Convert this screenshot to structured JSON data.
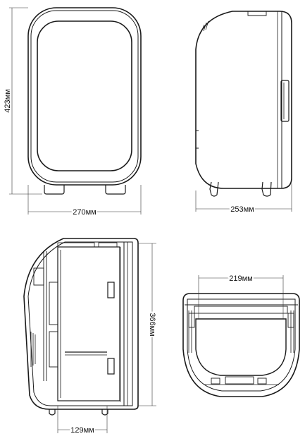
{
  "dimensions": {
    "height_total": "423мм",
    "width_front": "270мм",
    "depth_side": "253мм",
    "interior_height": "366мм",
    "interior_width": "219мм",
    "inner_depth": "129мм"
  }
}
